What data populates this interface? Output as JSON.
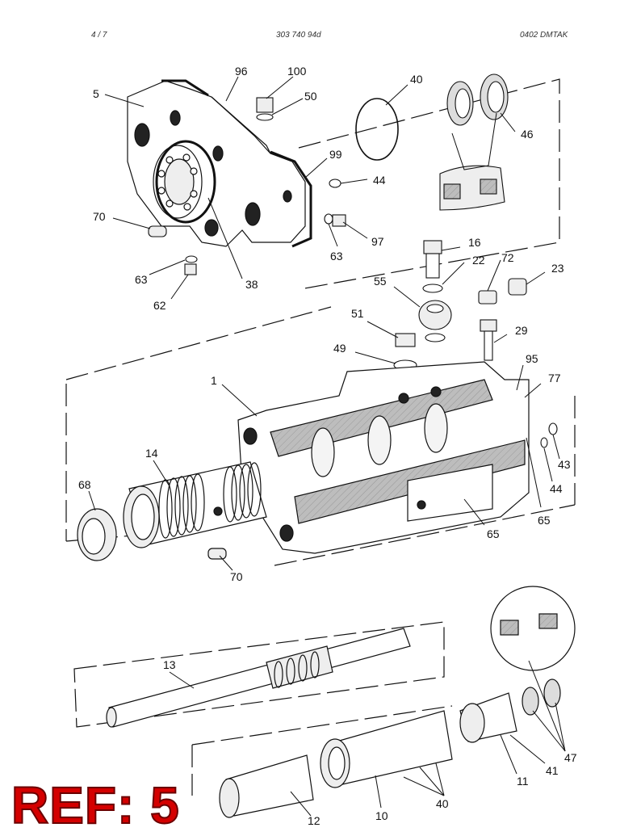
{
  "header": {
    "page": "4 /  7",
    "doc_number": "303 740 94d",
    "code": "0402   DMTAK"
  },
  "ref_stamp": "REF: 5",
  "callouts": [
    {
      "id": "c5",
      "text": "5"
    },
    {
      "id": "c96",
      "text": "96"
    },
    {
      "id": "c100",
      "text": "100"
    },
    {
      "id": "c50",
      "text": "50"
    },
    {
      "id": "c40a",
      "text": "40"
    },
    {
      "id": "c46",
      "text": "46"
    },
    {
      "id": "c99",
      "text": "99"
    },
    {
      "id": "c44a",
      "text": "44"
    },
    {
      "id": "c70a",
      "text": "70"
    },
    {
      "id": "c97",
      "text": "97"
    },
    {
      "id": "c63a",
      "text": "63"
    },
    {
      "id": "c63b",
      "text": "63"
    },
    {
      "id": "c38",
      "text": "38"
    },
    {
      "id": "c62",
      "text": "62"
    },
    {
      "id": "c16",
      "text": "16"
    },
    {
      "id": "c22",
      "text": "22"
    },
    {
      "id": "c72",
      "text": "72"
    },
    {
      "id": "c23",
      "text": "23"
    },
    {
      "id": "c55",
      "text": "55"
    },
    {
      "id": "c51",
      "text": "51"
    },
    {
      "id": "c29",
      "text": "29"
    },
    {
      "id": "c49",
      "text": "49"
    },
    {
      "id": "c95",
      "text": "95"
    },
    {
      "id": "c77",
      "text": "77"
    },
    {
      "id": "c1",
      "text": "1"
    },
    {
      "id": "c14",
      "text": "14"
    },
    {
      "id": "c43",
      "text": "43"
    },
    {
      "id": "c68",
      "text": "68"
    },
    {
      "id": "c44b",
      "text": "44"
    },
    {
      "id": "c65a",
      "text": "65"
    },
    {
      "id": "c65b",
      "text": "65"
    },
    {
      "id": "c70b",
      "text": "70"
    },
    {
      "id": "c13",
      "text": "13"
    },
    {
      "id": "c47",
      "text": "47"
    },
    {
      "id": "c41",
      "text": "41"
    },
    {
      "id": "c11",
      "text": "11"
    },
    {
      "id": "c12",
      "text": "12"
    },
    {
      "id": "c10",
      "text": "10"
    },
    {
      "id": "c40b",
      "text": "40"
    }
  ]
}
